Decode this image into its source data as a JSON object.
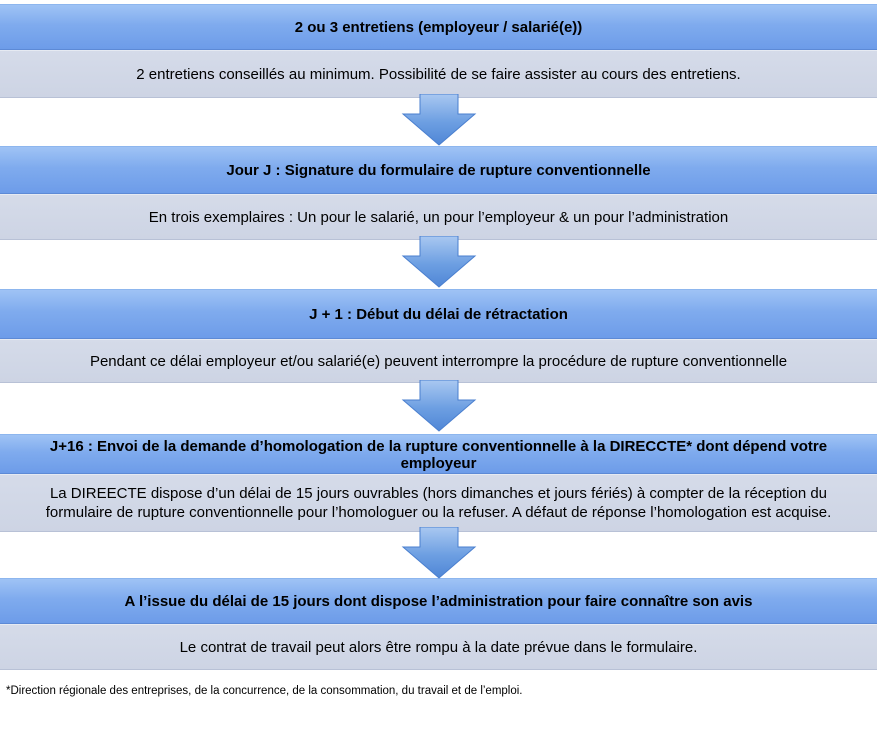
{
  "steps": [
    {
      "title": "2 ou 3 entretiens (employeur / salarié(e))",
      "description": "2 entretiens conseillés au minimum. Possibilité de se faire assister au cours des entretiens."
    },
    {
      "title": "Jour J : Signature du formulaire de rupture conventionnelle",
      "description": "En trois exemplaires : Un pour le salarié, un pour l’employeur & un pour l’administration"
    },
    {
      "title": "J + 1 : Début du délai de rétractation",
      "description": "Pendant ce délai employeur et/ou salarié(e) peuvent interrompre la procédure de rupture conventionnelle"
    },
    {
      "title": "J+16 : Envoi de la demande d’homologation de la rupture conventionnelle à la DIRECCTE* dont dépend votre employeur",
      "description": "La DIREECTE dispose d’un délai de 15 jours ouvrables (hors dimanches et jours fériés) à compter de la réception du formulaire de rupture conventionnelle pour l’homologuer ou  la refuser. A défaut de réponse l’homologation est acquise."
    },
    {
      "title": "A l’issue du délai de 15 jours dont dispose l’administration pour faire connaître son avis",
      "description": "Le contrat de travail peut alors être rompu à la date prévue dans le formulaire."
    }
  ],
  "arrow_icon": "down-arrow-icon",
  "colors": {
    "header": "#7fabee",
    "description": "#d0d7e6",
    "arrow": "#5f96dd"
  },
  "footnote": "*Direction régionale des entreprises, de la concurrence, de la consommation, du travail et de l’emploi."
}
